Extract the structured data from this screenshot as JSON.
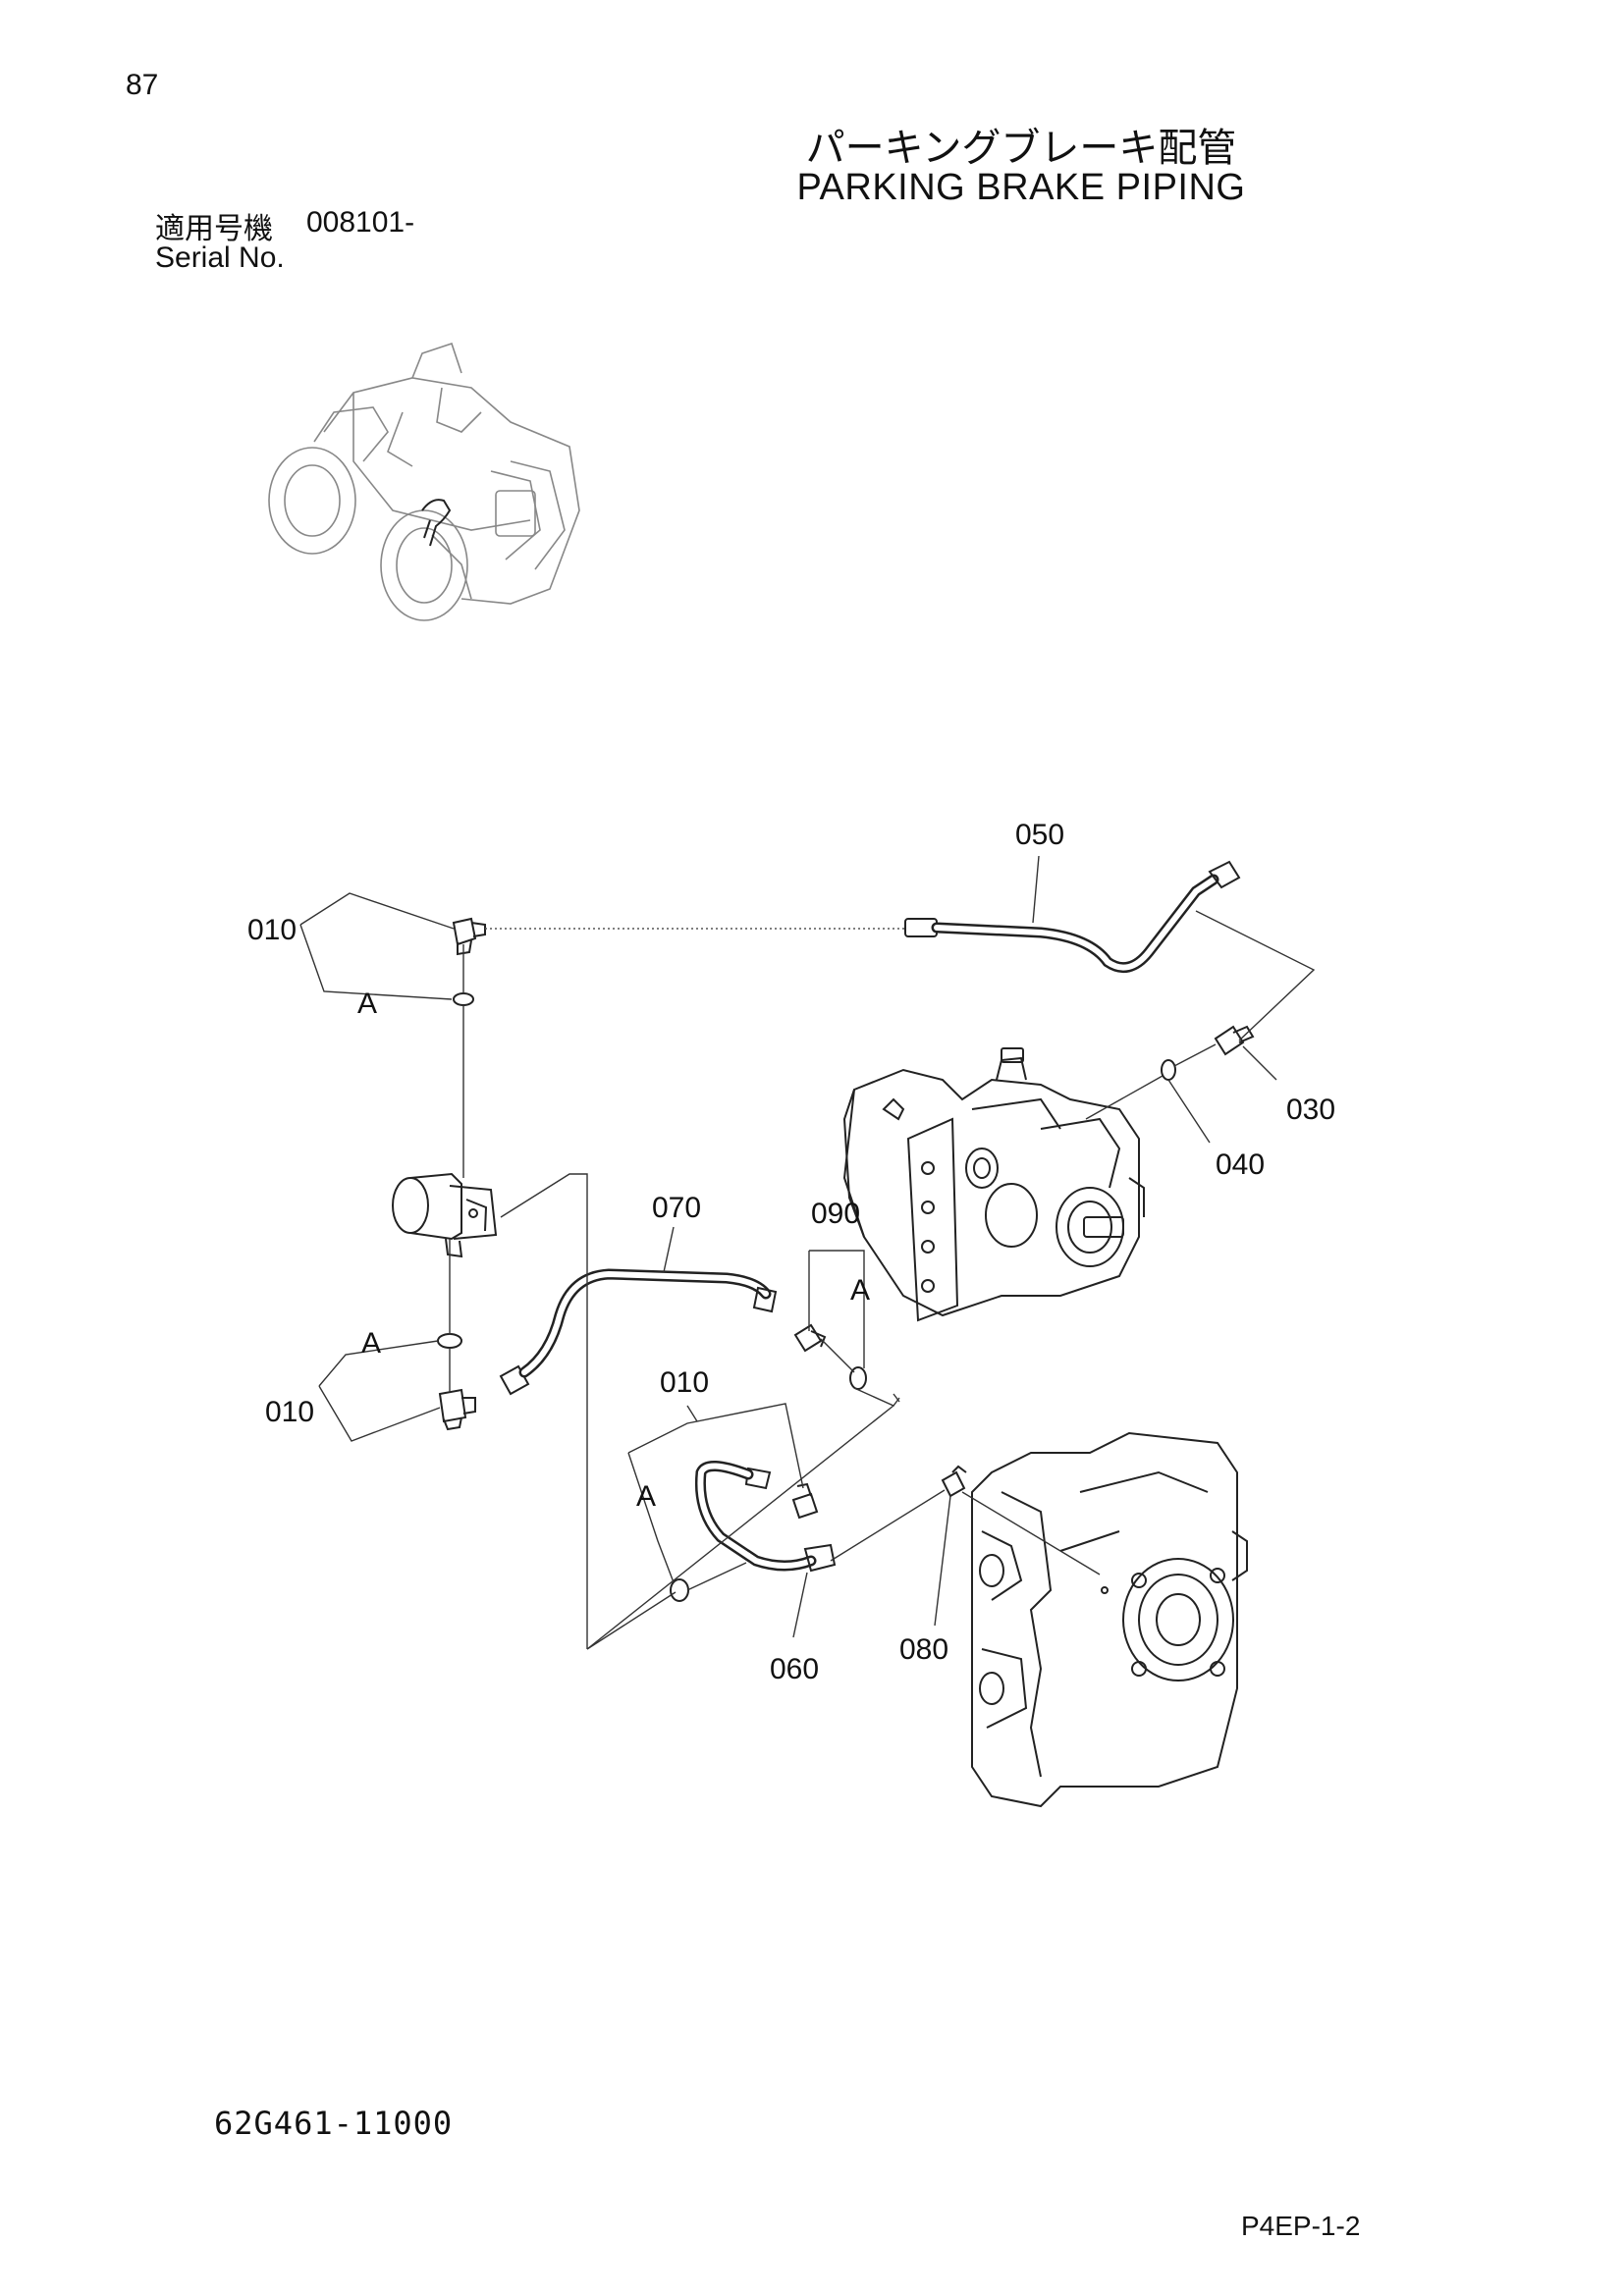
{
  "header": {
    "page_number": "87",
    "title_jp": "パーキングブレーキ配管",
    "title_en": "PARKING BRAKE PIPING",
    "serial_label_jp": "適用号機",
    "serial_value": "008101-",
    "serial_label_en": "Serial No."
  },
  "callouts": {
    "p010_top": "010",
    "a_top": "A",
    "a_mid_left": "A",
    "p010_left": "010",
    "p050": "050",
    "p030": "030",
    "p040": "040",
    "p070": "070",
    "p090": "090",
    "a_090": "A",
    "p010_mid": "010",
    "a_010_mid": "A",
    "p060": "060",
    "p080": "080"
  },
  "footer": {
    "drawing_number": "62G461-11000",
    "page_code": "P4EP-1-2"
  }
}
